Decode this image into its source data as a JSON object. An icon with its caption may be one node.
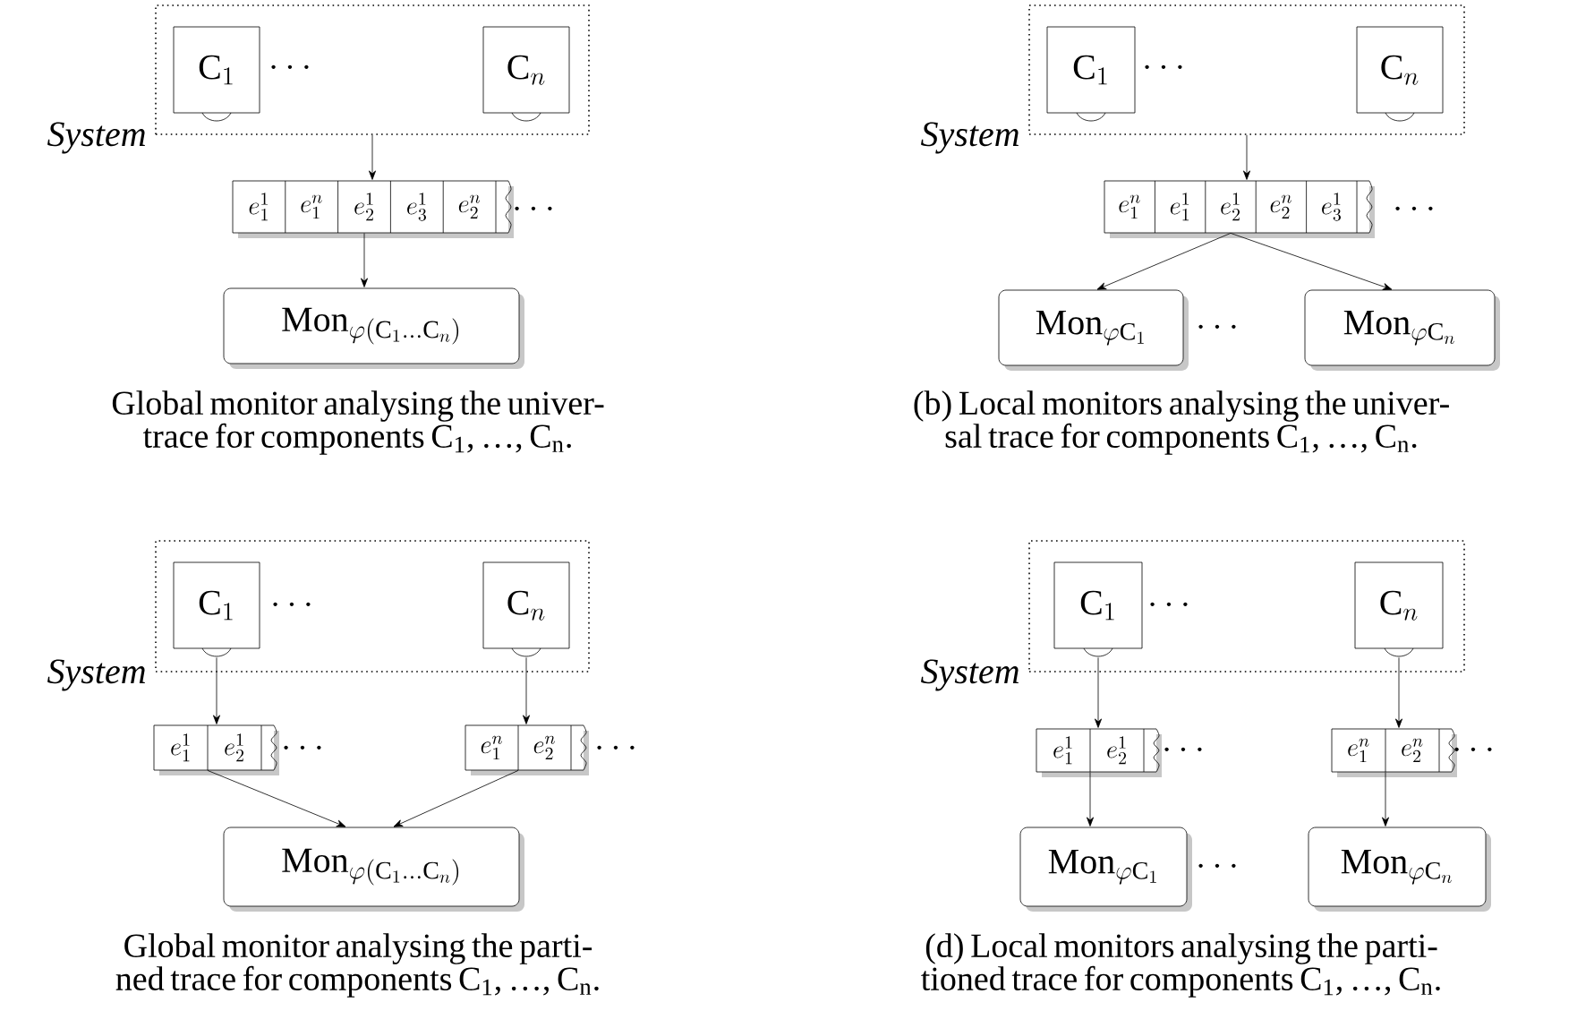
{
  "diagram": {
    "nodes": [
      {
        "text": [
          "System"
        ]
      },
      {
        "text": [
          "\\mathrm{C}_1"
        ],
        "in": 0
      },
      {
        "text": [
          "\\mathrm{C}_n"
        ],
        "in": 0
      },
      {
        "text": [
          "e_1^1",
          "e_1^n",
          "e_2^1",
          "e_3^1",
          "e_2^n"
        ]
      },
      {
        "text": [
          "\\mathrm{Mon}_{\\varphi(\\mathrm{C}_1\\ldots\\mathrm{C}_n)}"
        ]
      },
      {
        "text": [
          "System"
        ]
      },
      {
        "text": [
          "\\mathrm{C}_1"
        ],
        "in": 5
      },
      {
        "text": [
          "\\mathrm{C}_n"
        ],
        "in": 5
      },
      {
        "text": [
          "e_1^n",
          "e_1^1",
          "e_2^1",
          "e_2^n",
          "e_3^1"
        ]
      },
      {
        "text": [
          "\\mathrm{Mon}_{\\varphi\\mathrm{C}_1}"
        ]
      },
      {
        "text": [
          "\\mathrm{Mon}_{\\varphi\\mathrm{C}_n}"
        ]
      },
      {
        "text": [
          "System"
        ]
      },
      {
        "text": [
          "\\mathrm{C}_1"
        ],
        "in": 11
      },
      {
        "text": [
          "\\mathrm{C}_n"
        ],
        "in": 11
      },
      {
        "text": [
          "e_1^1",
          "e_2^1"
        ]
      },
      {
        "text": [
          "e_1^n",
          "e_2^n"
        ]
      },
      {
        "text": [
          "\\mathrm{Mon}_{\\varphi(\\mathrm{C}_1\\ldots\\mathrm{C}_n)}"
        ]
      },
      {
        "text": [
          "System"
        ]
      },
      {
        "text": [
          "\\mathrm{C}_1"
        ],
        "in": 17
      },
      {
        "text": [
          "\\mathrm{C}_n"
        ],
        "in": 17
      },
      {
        "text": [
          "e_1^1",
          "e_2^1"
        ]
      },
      {
        "text": [
          "e_1^n",
          "e_2^n"
        ]
      },
      {
        "text": [
          "\\mathrm{Mon}_{\\varphi\\mathrm{C}_1}"
        ]
      },
      {
        "text": [
          "\\mathrm{Mon}_{\\varphi\\mathrm{C}_n}"
        ]
      }
    ],
    "edges": [
      {
        "from": 0,
        "to": 3,
        "arrow": "to"
      },
      {
        "from": 3,
        "to": 4,
        "arrow": "to"
      },
      {
        "from": 5,
        "to": 8,
        "arrow": "to"
      },
      {
        "from": 8,
        "to": 9,
        "arrow": "to"
      },
      {
        "from": 8,
        "to": 10,
        "arrow": "to"
      },
      {
        "from": 12,
        "to": 14,
        "arrow": "to"
      },
      {
        "from": 13,
        "to": 15,
        "arrow": "to"
      },
      {
        "from": 14,
        "to": 16,
        "arrow": "to"
      },
      {
        "from": 15,
        "to": 16,
        "arrow": "to"
      },
      {
        "from": 18,
        "to": 20,
        "arrow": "to"
      },
      {
        "from": 19,
        "to": 21,
        "arrow": "to"
      },
      {
        "from": 20,
        "to": 22,
        "arrow": "to"
      },
      {
        "from": 21,
        "to": 23,
        "arrow": "to"
      }
    ],
    "labels": [
      "\\cdots",
      "\\cdots",
      "Global monitor analysing the univer- trace for components C$_{1}$, …, C$_{n}$.",
      "\\cdots",
      "\\cdots",
      "\\cdots",
      "(b) Local monitors analysing the univer- sal trace for components C$_{1}$, …, C$_{n}$.",
      "\\cdots",
      "\\cdots",
      "\\cdots",
      "Global monitor analysing the parti- ned trace for components C$_{1}$, …, C$_{n}$.",
      "\\cdots",
      "\\cdots",
      "\\cdots",
      "\\cdots",
      "(d) Local monitors analysing the parti- tioned trace for components C$_{1}$, …, C$_{n}$."
    ]
  }
}
